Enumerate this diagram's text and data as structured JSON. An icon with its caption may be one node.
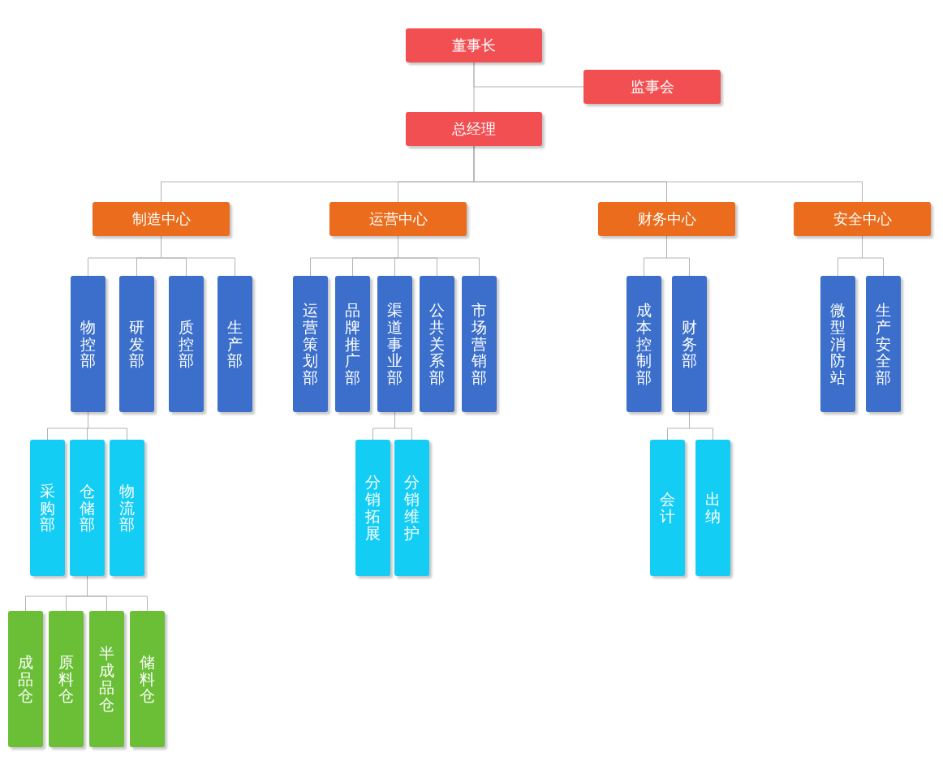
{
  "diagram": {
    "nodes": [
      {
        "text": [
          "董事长"
        ]
      },
      {
        "text": [
          "监事会"
        ]
      },
      {
        "text": [
          "总经理"
        ]
      },
      {
        "text": [
          "制造中心"
        ]
      },
      {
        "text": [
          "运营中心"
        ]
      },
      {
        "text": [
          "财务中心"
        ]
      },
      {
        "text": [
          "安全中心"
        ]
      },
      {
        "text": [
          "物控部"
        ]
      },
      {
        "text": [
          "研发部"
        ]
      },
      {
        "text": [
          "质控部"
        ]
      },
      {
        "text": [
          "生产部"
        ]
      },
      {
        "text": [
          "运营策划部"
        ]
      },
      {
        "text": [
          "品牌推广部"
        ]
      },
      {
        "text": [
          "渠道事业部"
        ]
      },
      {
        "text": [
          "公共关系部"
        ]
      },
      {
        "text": [
          "市场营销部"
        ]
      },
      {
        "text": [
          "成本控制部"
        ]
      },
      {
        "text": [
          "财务部"
        ]
      },
      {
        "text": [
          "微型消防站"
        ]
      },
      {
        "text": [
          "生产安全部"
        ]
      },
      {
        "text": [
          "采购部"
        ]
      },
      {
        "text": [
          "仓储部"
        ]
      },
      {
        "text": [
          "物流部"
        ]
      },
      {
        "text": [
          "分销拓展"
        ]
      },
      {
        "text": [
          "分销维护"
        ]
      },
      {
        "text": [
          "会计"
        ]
      },
      {
        "text": [
          "出纳"
        ]
      },
      {
        "text": [
          "成品仓"
        ]
      },
      {
        "text": [
          "原料仓"
        ]
      },
      {
        "text": [
          "半成品仓"
        ]
      },
      {
        "text": [
          "储料仓"
        ]
      }
    ],
    "edges": [
      {
        "from": 0,
        "to": 1,
        "arrow": "none"
      },
      {
        "from": 0,
        "to": 2,
        "arrow": "none"
      },
      {
        "from": 2,
        "to": 3,
        "arrow": "none"
      },
      {
        "from": 2,
        "to": 4,
        "arrow": "none"
      },
      {
        "from": 2,
        "to": 5,
        "arrow": "none"
      },
      {
        "from": 2,
        "to": 6,
        "arrow": "none"
      },
      {
        "from": 3,
        "to": 7,
        "arrow": "none"
      },
      {
        "from": 3,
        "to": 8,
        "arrow": "none"
      },
      {
        "from": 3,
        "to": 9,
        "arrow": "none"
      },
      {
        "from": 3,
        "to": 10,
        "arrow": "none"
      },
      {
        "from": 4,
        "to": 11,
        "arrow": "none"
      },
      {
        "from": 4,
        "to": 12,
        "arrow": "none"
      },
      {
        "from": 4,
        "to": 13,
        "arrow": "none"
      },
      {
        "from": 4,
        "to": 14,
        "arrow": "none"
      },
      {
        "from": 4,
        "to": 15,
        "arrow": "none"
      },
      {
        "from": 5,
        "to": 16,
        "arrow": "none"
      },
      {
        "from": 5,
        "to": 17,
        "arrow": "none"
      },
      {
        "from": 6,
        "to": 18,
        "arrow": "none"
      },
      {
        "from": 6,
        "to": 19,
        "arrow": "none"
      },
      {
        "from": 7,
        "to": 20,
        "arrow": "none"
      },
      {
        "from": 7,
        "to": 21,
        "arrow": "none"
      },
      {
        "from": 7,
        "to": 22,
        "arrow": "none"
      },
      {
        "from": 13,
        "to": 23,
        "arrow": "none"
      },
      {
        "from": 13,
        "to": 24,
        "arrow": "none"
      },
      {
        "from": 17,
        "to": 25,
        "arrow": "none"
      },
      {
        "from": 17,
        "to": 26,
        "arrow": "none"
      },
      {
        "from": 21,
        "to": 27,
        "arrow": "none"
      },
      {
        "from": 21,
        "to": 28,
        "arrow": "none"
      },
      {
        "from": 21,
        "to": 29,
        "arrow": "none"
      },
      {
        "from": 21,
        "to": 30,
        "arrow": "none"
      }
    ]
  }
}
